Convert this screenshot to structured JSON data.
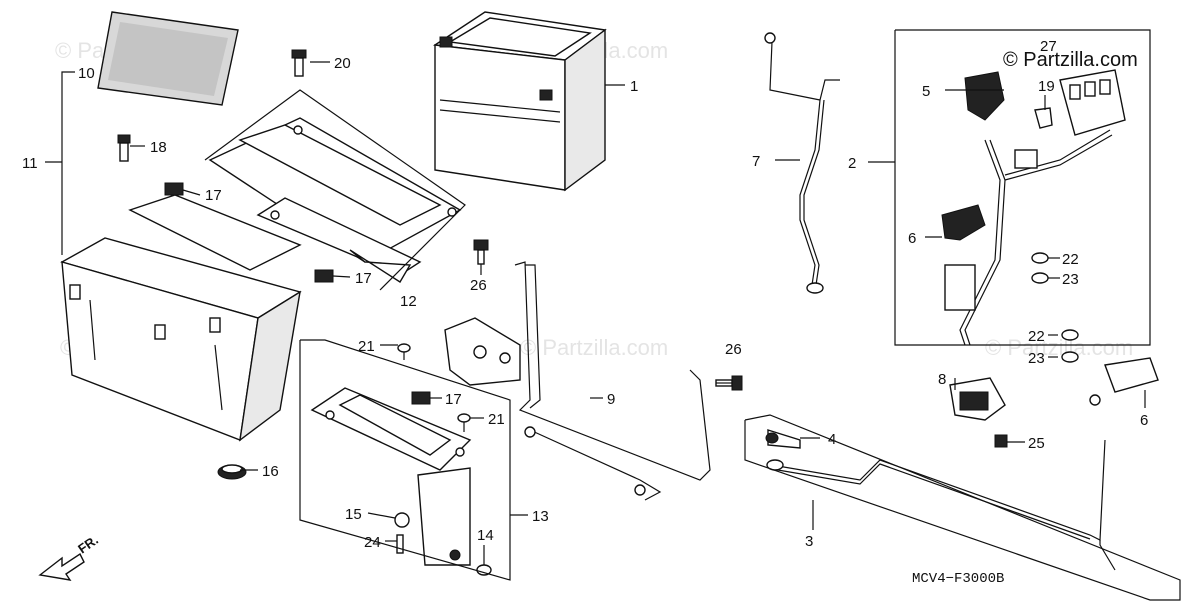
{
  "copyright": "© Partzilla.com",
  "watermark": "© Partzilla.com",
  "diagram_code": "MCV4−F3000B",
  "front_label": "FR.",
  "callouts": [
    {
      "id": "c1",
      "text": "1"
    },
    {
      "id": "c2",
      "text": "2"
    },
    {
      "id": "c3",
      "text": "3"
    },
    {
      "id": "c4",
      "text": "4"
    },
    {
      "id": "c5",
      "text": "5"
    },
    {
      "id": "c6a",
      "text": "6"
    },
    {
      "id": "c6b",
      "text": "6"
    },
    {
      "id": "c7",
      "text": "7"
    },
    {
      "id": "c8",
      "text": "8"
    },
    {
      "id": "c9",
      "text": "9"
    },
    {
      "id": "c10",
      "text": "10"
    },
    {
      "id": "c11",
      "text": "11"
    },
    {
      "id": "c12",
      "text": "12"
    },
    {
      "id": "c13",
      "text": "13"
    },
    {
      "id": "c14",
      "text": "14"
    },
    {
      "id": "c15",
      "text": "15"
    },
    {
      "id": "c16",
      "text": "16"
    },
    {
      "id": "c17a",
      "text": "17"
    },
    {
      "id": "c17b",
      "text": "17"
    },
    {
      "id": "c17c",
      "text": "17"
    },
    {
      "id": "c18",
      "text": "18"
    },
    {
      "id": "c19",
      "text": "19"
    },
    {
      "id": "c20",
      "text": "20"
    },
    {
      "id": "c21a",
      "text": "21"
    },
    {
      "id": "c21b",
      "text": "21"
    },
    {
      "id": "c22a",
      "text": "22"
    },
    {
      "id": "c22b",
      "text": "22"
    },
    {
      "id": "c23a",
      "text": "23"
    },
    {
      "id": "c23b",
      "text": "23"
    },
    {
      "id": "c24",
      "text": "24"
    },
    {
      "id": "c25",
      "text": "25"
    },
    {
      "id": "c26a",
      "text": "26"
    },
    {
      "id": "c26b",
      "text": "26"
    },
    {
      "id": "c27",
      "text": "27"
    }
  ]
}
